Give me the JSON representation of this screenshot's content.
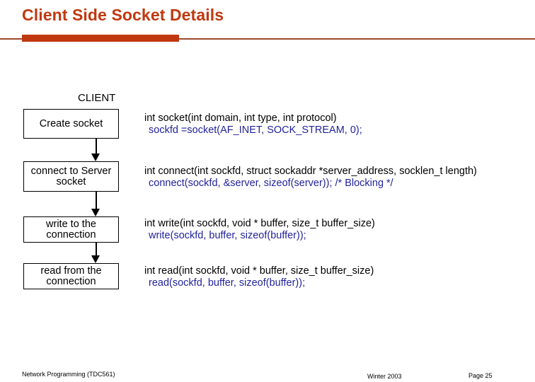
{
  "slide": {
    "title": "Client Side Socket Details",
    "accent_color": "#C0380F",
    "rule_color": "#9A4A2C",
    "code_call_color": "#23239B"
  },
  "diagram": {
    "column_label": "CLIENT",
    "steps": [
      {
        "id": "create-socket",
        "box_label": "Create socket",
        "signature": "int socket(int domain, int type, int protocol)",
        "call": "sockfd =socket(AF_INET, SOCK_STREAM, 0);"
      },
      {
        "id": "connect-to-server-socket",
        "box_label": "connect to Server socket",
        "signature": "int connect(int sockfd, struct sockaddr *server_address, socklen_t length)",
        "call": "connect(sockfd, &server, sizeof(server));   /* Blocking */"
      },
      {
        "id": "write-to-the-connection",
        "box_label": "write to the connection",
        "signature": "int write(int sockfd, void * buffer, size_t buffer_size)",
        "call": "write(sockfd, buffer, sizeof(buffer));"
      },
      {
        "id": "read-from-the-connection",
        "box_label": "read from the connection",
        "signature": "int read(int sockfd, void * buffer, size_t buffer_size)",
        "call": "read(sockfd, buffer, sizeof(buffer));"
      }
    ]
  },
  "footer": {
    "course": "Network Programming (TDC561)",
    "term": "Winter 2003",
    "page": "Page 25"
  }
}
